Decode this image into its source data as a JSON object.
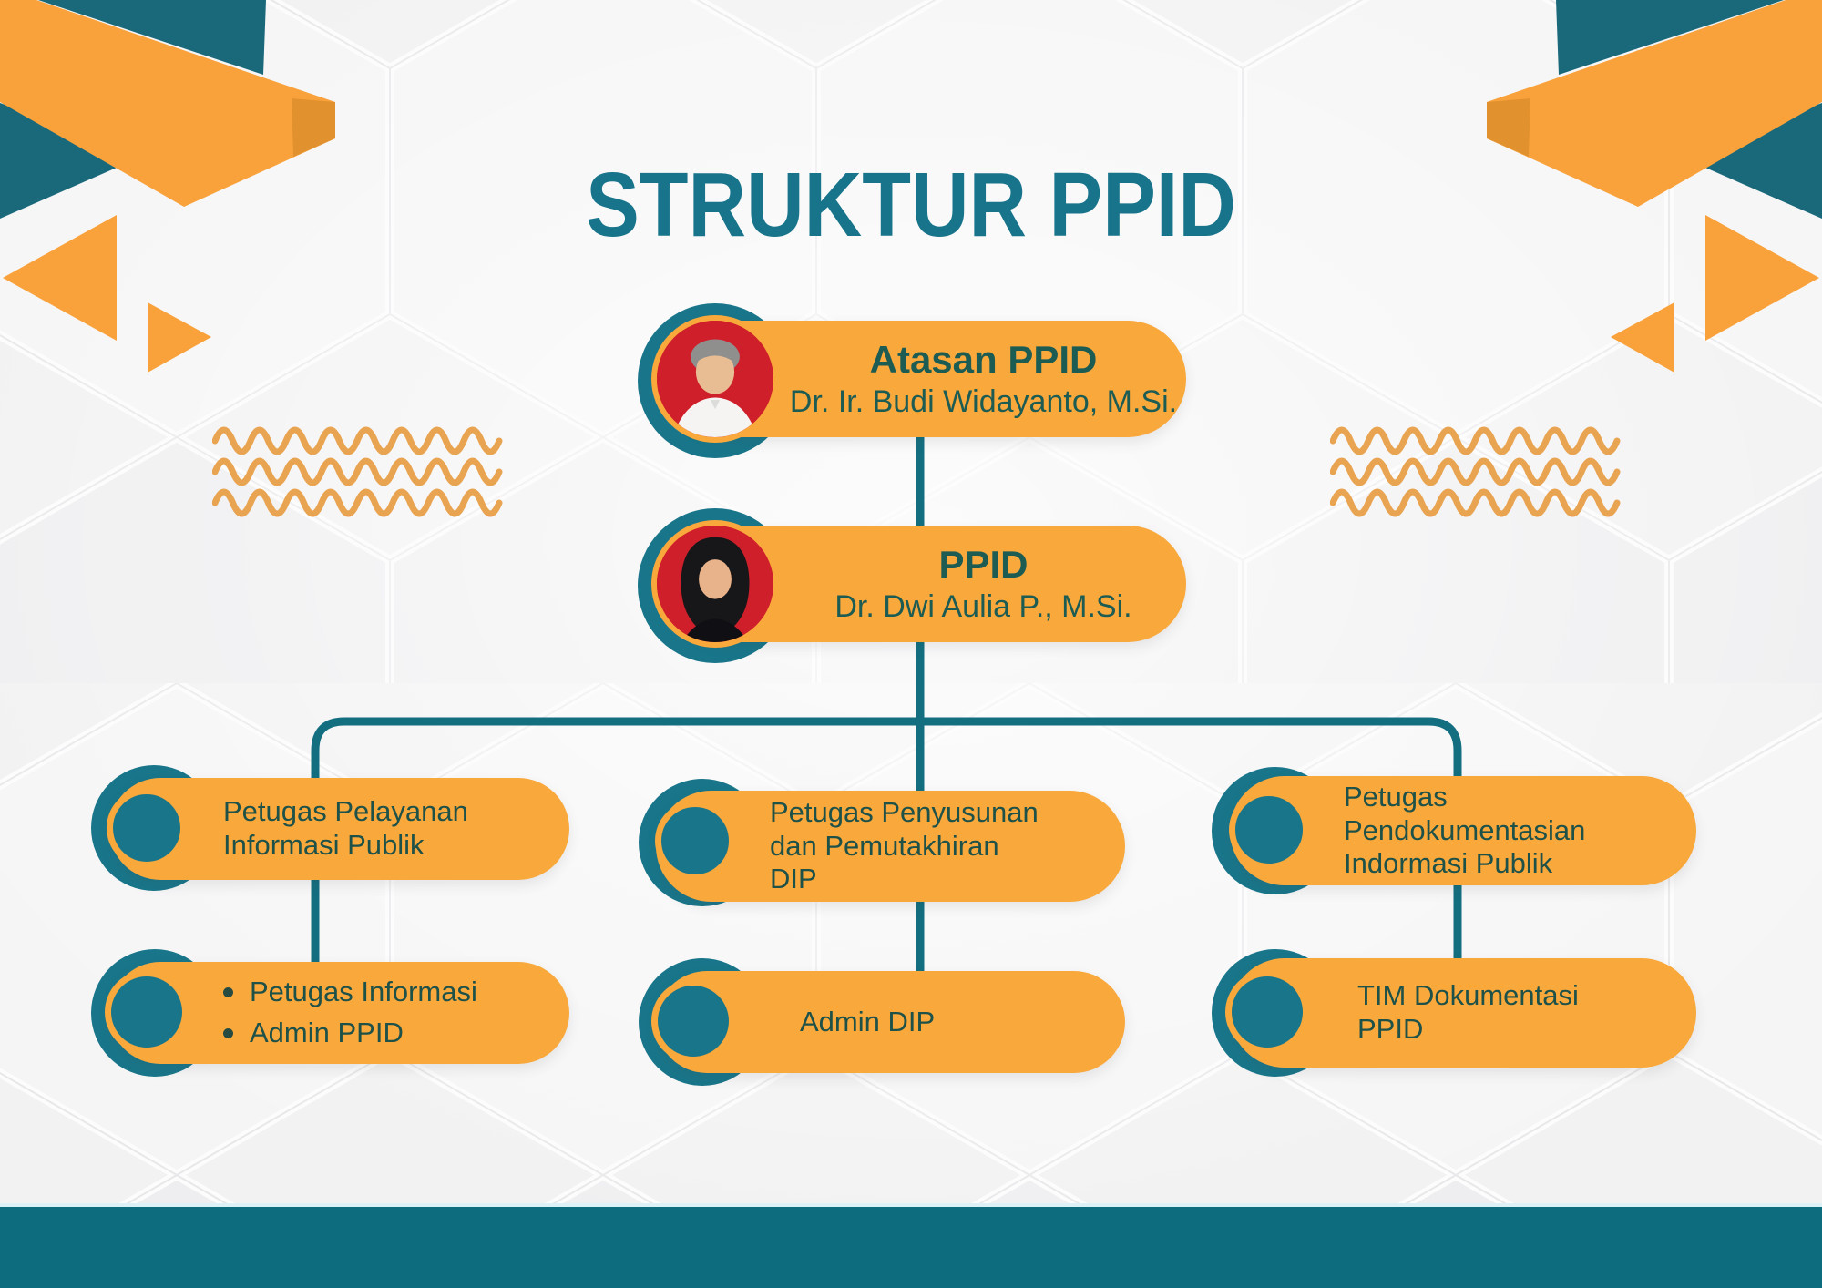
{
  "title": "STRUKTUR PPID",
  "colors": {
    "teal": "#19768a",
    "teal_dark": "#0d6d7f",
    "teal_connector": "#136f80",
    "orange": "#f9a83c",
    "orange_wave": "#e9a452",
    "title_text": "#17748a",
    "node_text": "#1e5148",
    "photo_background_red": "#cf1f2a"
  },
  "org": {
    "level1": {
      "role": "Atasan PPID",
      "name": "Dr. Ir. Budi Widayanto, M.Si.",
      "photo": "portrait of man, red background"
    },
    "level2": {
      "role": "PPID",
      "name": "Dr. Dwi Aulia P., M.Si.",
      "photo": "portrait of woman in hijab, red background"
    },
    "branches": [
      {
        "role_lines": [
          "Petugas Pelayanan",
          "Informasi Publik"
        ],
        "sub_items": [
          "Petugas Informasi",
          "Admin PPID"
        ]
      },
      {
        "role_lines": [
          "Petugas Penyusunan",
          "dan Pemutakhiran",
          "DIP"
        ],
        "sub_label": "Admin DIP"
      },
      {
        "role_lines": [
          "Petugas",
          "Pendokumentasian",
          "Indormasi Publik"
        ],
        "sub_lines": [
          "TIM Dokumentasi",
          "PPID"
        ]
      }
    ]
  }
}
